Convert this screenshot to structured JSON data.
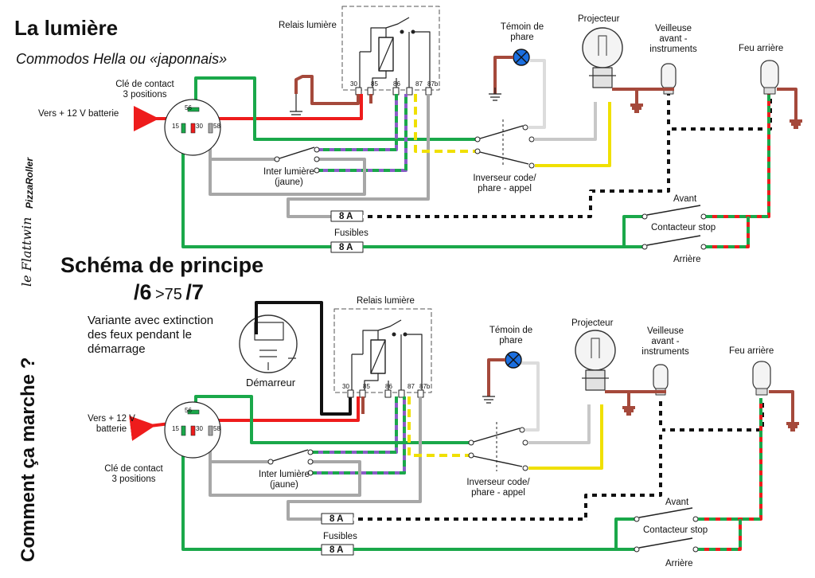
{
  "title": "La lumière",
  "subtitle": "Commodos Hella ou «japonnais»",
  "section_title": "Schéma de principe",
  "versions": {
    "a": "/6",
    "mid": ">75",
    "b": "/7"
  },
  "side_text": "Comment ça marche ?",
  "logos": {
    "pizzaroller": "PizzaRoller",
    "flattwin": "le Flattwin"
  },
  "variant_note": [
    "Variante avec extinction",
    "des feux pendant le",
    "démarrage"
  ],
  "labels": {
    "relay": "Relais lumière",
    "witness": [
      "Témoin de",
      "phare"
    ],
    "projector": "Projecteur",
    "pilot": [
      "Veilleuse",
      "avant -",
      "instruments"
    ],
    "rear": "Feu arrière",
    "key": [
      "Clé de contact",
      "3 positions"
    ],
    "battery_top": "Vers + 12 V batterie",
    "battery_bottom": [
      "Vers + 12 V",
      "batterie"
    ],
    "light_switch": [
      "Inter lumière",
      "(jaune)"
    ],
    "inverter": [
      "Inverseur code/",
      "phare - appel"
    ],
    "fuses": "Fusibles",
    "fuse_value": "8 A",
    "front": "Avant",
    "stop_switch": "Contacteur stop",
    "rear_side": "Arrière",
    "starter": "Démarreur"
  },
  "pins": {
    "p30": "30",
    "p85": "85",
    "p86": "86",
    "p87": "87",
    "p87b": "87b",
    "k56": "56",
    "k15": "15",
    "k30": "30",
    "k58": "58"
  },
  "colors": {
    "green": "#1aa84a",
    "red": "#ee1c1c",
    "brown": "#a5493b",
    "grey": "#a7a7a7",
    "yellow": "#f0e000",
    "black": "#111111",
    "purple": "#8a5cc8",
    "blue": "#1b6fe0"
  }
}
